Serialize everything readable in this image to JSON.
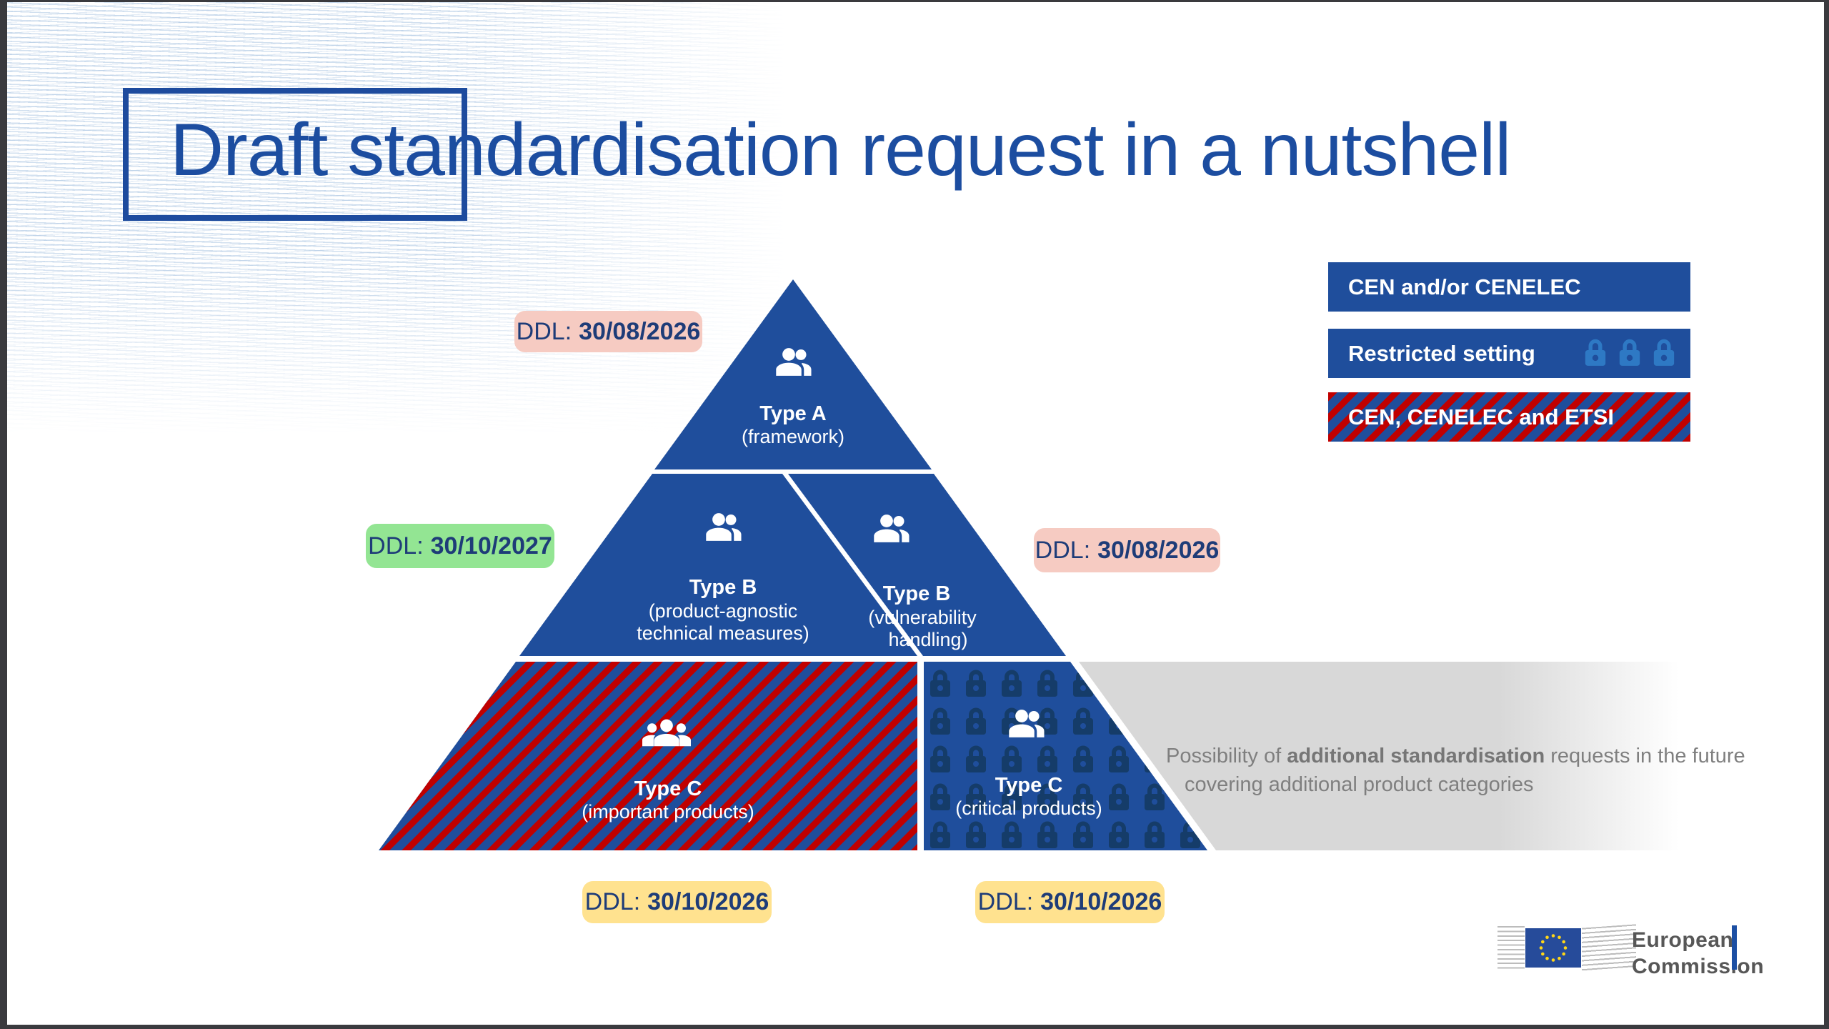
{
  "slide": {
    "title": "Draft standardisation request in a nutshell"
  },
  "legend": {
    "cen_cenelec": "CEN and/or CENELEC",
    "restricted": "Restricted setting",
    "cen_cenelec_etsi": "CEN, CENELEC and ETSI"
  },
  "pyramid": {
    "type_a": {
      "name": "Type A",
      "detail": "(framework)"
    },
    "type_b_left": {
      "name": "Type B",
      "detail1": "(product-agnostic",
      "detail2": "technical measures)"
    },
    "type_b_right": {
      "name": "Type B",
      "detail1": "(vulnerability",
      "detail2": "handling)"
    },
    "type_c_important": {
      "name": "Type C",
      "detail": "(important products)"
    },
    "type_c_critical": {
      "name": "Type C",
      "detail": "(critical products)"
    }
  },
  "deadlines": {
    "type_a": {
      "label": "DDL:",
      "date": "30/08/2026"
    },
    "type_b_left": {
      "label": "DDL:",
      "date": "30/10/2027"
    },
    "type_b_right": {
      "label": "DDL:",
      "date": "30/08/2026"
    },
    "type_c_important": {
      "label": "DDL:",
      "date": "30/10/2026"
    },
    "type_c_critical": {
      "label": "DDL:",
      "date": "30/10/2026"
    }
  },
  "note": {
    "pre": "Possibility of ",
    "bold": "additional standardisation",
    "post": " requests in the future",
    "line2": "covering additional product categories"
  },
  "footer": {
    "line1": "European",
    "line2": "Commission"
  },
  "colors": {
    "primary_blue": "#1F4E9C",
    "stripe_red": "#C00000",
    "lock_navy": "#153C69",
    "legend_lock_blue": "#2E79C4",
    "badge_pink": "#F6CBC2",
    "badge_green": "#93E593",
    "badge_yellow": "#FFE28F",
    "badge_text": "#1E3C78",
    "note_gray": "#7F7F7F",
    "band_gray": "#D8D8D8",
    "title_blue": "#1C4DA0"
  }
}
